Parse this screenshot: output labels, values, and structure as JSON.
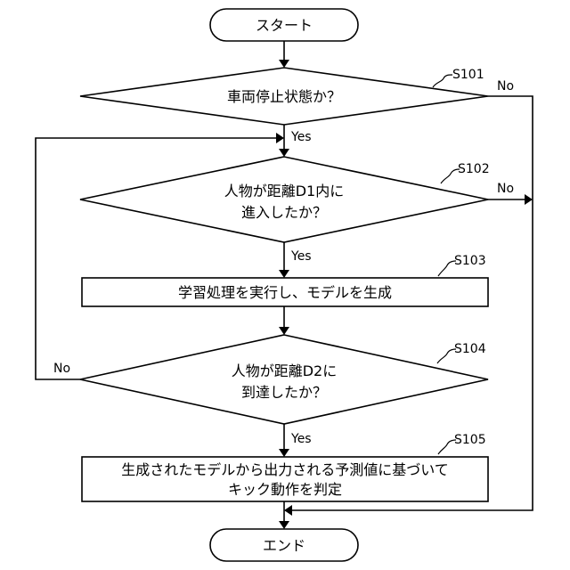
{
  "start": "スタート",
  "end": "エンド",
  "steps": {
    "s101": {
      "id": "S101",
      "lines": [
        "車両停止状態か？"
      ]
    },
    "s102": {
      "id": "S102",
      "lines": [
        "人物が距離D1内に",
        "進入したか？"
      ]
    },
    "s103": {
      "id": "S103",
      "lines": [
        "学習処理を実行し、モデルを生成"
      ]
    },
    "s104": {
      "id": "S104",
      "lines": [
        "人物が距離D2に",
        "到達したか？"
      ]
    },
    "s105": {
      "id": "S105",
      "lines": [
        "生成されたモデルから出力される予測値に基づいて",
        "キック動作を判定"
      ]
    }
  },
  "branch_labels": {
    "yes": "Yes",
    "no": "No"
  }
}
